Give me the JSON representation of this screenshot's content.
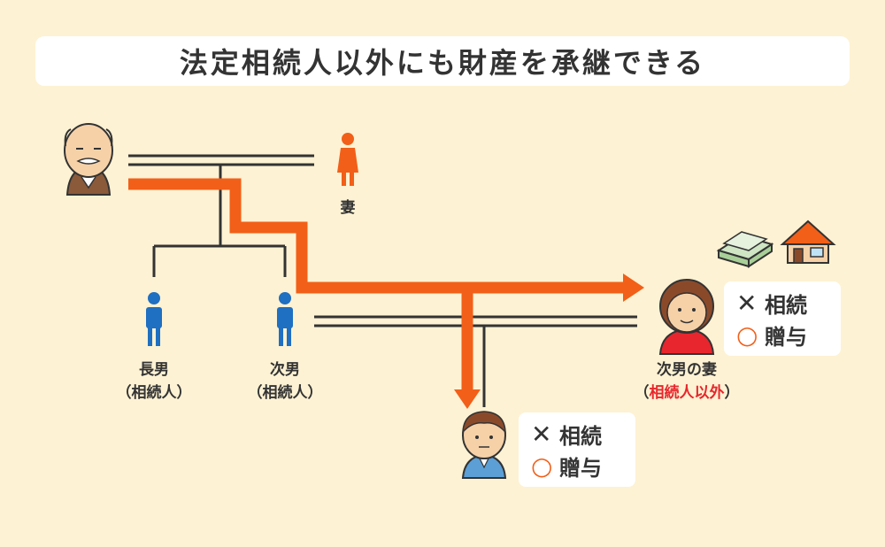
{
  "title": "法定相続人以外にも財産を承継できる",
  "people": {
    "wife": "妻",
    "eldest_son": {
      "line1": "長男",
      "line2": "（相続人）"
    },
    "second_son": {
      "line1": "次男",
      "line2": "（相続人）"
    },
    "second_son_wife": {
      "line1": "次男の妻",
      "paren_open": "（",
      "highlight": "相続人以外",
      "paren_close": "）"
    }
  },
  "cards": {
    "wife_card": {
      "cross_symbol": "✕",
      "inherit": "相続",
      "circle_symbol": "○",
      "gift": "贈与"
    },
    "grandson_card": {
      "cross_symbol": "✕",
      "inherit": "相続",
      "circle_symbol": "○",
      "gift": "贈与"
    }
  },
  "colors": {
    "background": "#fdf2d3",
    "arrow": "#f25f18",
    "highlight": "#e8262d",
    "male": "#1f6fc2",
    "female": "#f25f18"
  },
  "icons": [
    "grandfather-icon",
    "wife-figure-icon",
    "male-figure-icon",
    "woman-face-icon",
    "boy-face-icon",
    "money-stack-icon",
    "house-icon"
  ]
}
